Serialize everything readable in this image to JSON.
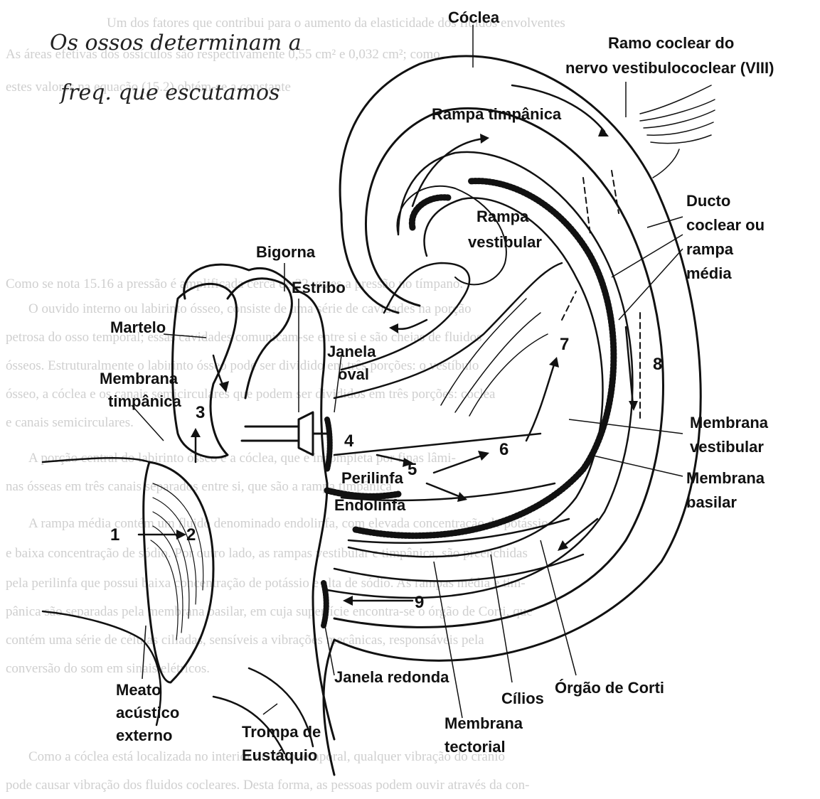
{
  "handwritten_note": {
    "line1": "Os ossos determinam a",
    "line2": "freq. que escutamos"
  },
  "labels": {
    "coclea": "Cóclea",
    "ramo_coclear_1": "Ramo coclear do",
    "ramo_coclear_2": "nervo vestibulococlear (VIII)",
    "rampa_timpanica": "Rampa timpânica",
    "rampa_vestibular_1": "Rampa",
    "rampa_vestibular_2": "vestibular",
    "ducto_1": "Ducto",
    "ducto_2": "coclear ou",
    "ducto_3": "rampa",
    "ducto_4": "média",
    "bigorna": "Bigorna",
    "estribo": "Estribo",
    "martelo": "Martelo",
    "membrana_timpanica_1": "Membrana",
    "membrana_timpanica_2": "timpânica",
    "janela_oval_1": "Janela",
    "janela_oval_2": "oval",
    "perilinfa": "Perilinfa",
    "endolinfa": "Endolinfa",
    "membrana_vestibular_1": "Membrana",
    "membrana_vestibular_2": "vestibular",
    "membrana_basilar_1": "Membrana",
    "membrana_basilar_2": "basilar",
    "meato_1": "Meato",
    "meato_2": "acústico",
    "meato_3": "externo",
    "janela_redonda": "Janela redonda",
    "orgao_corti": "Órgão de Corti",
    "cilios": "Cílios",
    "membrana_tectorial_1": "Membrana",
    "membrana_tectorial_2": "tectorial",
    "trompa_1": "Trompa de",
    "trompa_2": "Eustáquio"
  },
  "step_numbers": [
    "1",
    "2",
    "3",
    "4",
    "5",
    "6",
    "7",
    "8",
    "9"
  ],
  "background_text": [
    "Um dos fatores que contribui para o aumento da elasticidade dos fluidos envolventes",
    "As áreas efetivas dos ossículos são respectivamente 0,55 cm² e 0,032 cm²; como",
    "estes valores na equação (15.2) obtém-se a constante",
    "Como se nota 15.16 a pressão é amplificada cerca de 22 vezes a pressão no tímpano.",
    "O ouvido interno ou labirinto ósseo, consiste de uma série de cavidades na porção",
    "petrosa do osso temporal; essas cavidades comunicam-se entre si e são cheias de fluidos",
    "ósseos. Estruturalmente o labirinto ósseo pode ser dividido em três porções: o vestíbulo",
    "ósseo, a cóclea e os canais semicirculares que podem ser divididos em três porções: cóclea",
    "e canais semicirculares.",
    "A porção central do labirinto ósseo é a cóclea, que é incompleta por finas lâmi-",
    "nas ósseas em três canais separados entre si, que são a rampa timpânica",
    "A rampa média contém um fluido denominado endolinfa, com elevada concentração de potássio",
    "e baixa concentração de sódio. Por outro lado, as rampas vestibular e timpânica, são preenchidas",
    "pela perilinfa que possui baixa concentração de potássio e alta de sódio. As rampas média e tim-",
    "pânica são separadas pela membrana basilar, em cuja superfície encontra-se o órgão de Corti, que",
    "contém uma série de células ciliadas, sensíveis a vibrações mecânicas, responsáveis pela",
    "conversão do som em sinais elétricos.",
    "Como a cóclea está localizada no interior do osso temporal, qualquer vibração do crânio",
    "pode causar vibração dos fluidos cocleares. Desta forma, as pessoas podem ouvir através da con-"
  ]
}
